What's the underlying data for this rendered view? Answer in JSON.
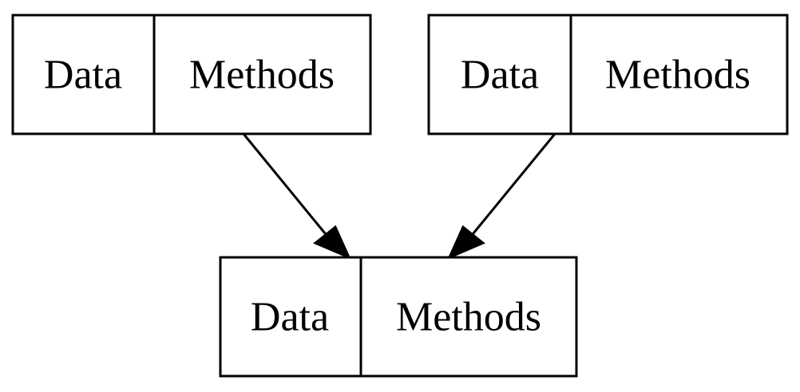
{
  "nodes": [
    {
      "id": "left",
      "fields": [
        "Data",
        "Methods"
      ]
    },
    {
      "id": "right",
      "fields": [
        "Data",
        "Methods"
      ]
    },
    {
      "id": "bottom",
      "fields": [
        "Data",
        "Methods"
      ]
    }
  ],
  "edges": [
    {
      "from": "left",
      "to": "bottom"
    },
    {
      "from": "right",
      "to": "bottom"
    }
  ],
  "colors": {
    "stroke": "#000000",
    "background": "#ffffff"
  }
}
